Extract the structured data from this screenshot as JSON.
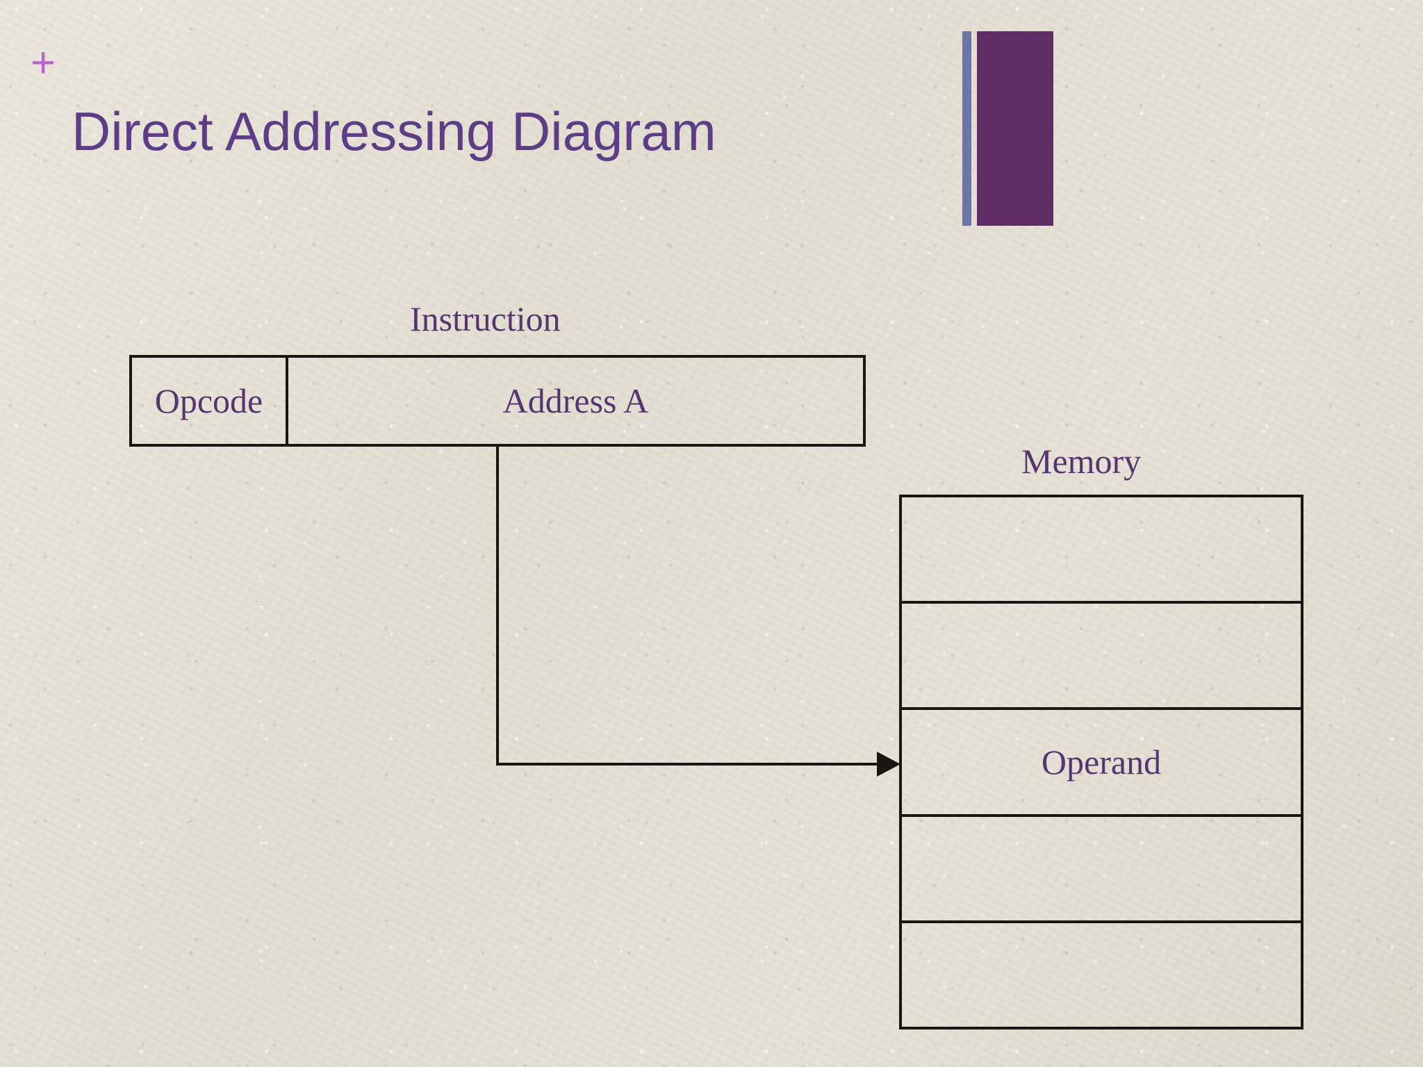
{
  "slide": {
    "title": "Direct Addressing Diagram",
    "plus_mark": "+",
    "title_color": "#5d3d85",
    "plus_color": "#b666c8",
    "background_color": "#e4dfd3",
    "line_color": "#1b1410",
    "label_color": "#55356e"
  },
  "decoration": {
    "thin_bar_color": "#6a76a8",
    "block_color": "#5f2d63"
  },
  "diagram": {
    "instruction": {
      "label": "Instruction",
      "fields": [
        {
          "name": "opcode",
          "label": "Opcode"
        },
        {
          "name": "address",
          "label": "Address A"
        }
      ]
    },
    "memory": {
      "label": "Memory",
      "cells": [
        {
          "index": 0,
          "label": ""
        },
        {
          "index": 1,
          "label": ""
        },
        {
          "index": 2,
          "label": "Operand"
        },
        {
          "index": 3,
          "label": ""
        },
        {
          "index": 4,
          "label": ""
        }
      ]
    },
    "connector": {
      "from": "Address A",
      "to": "Operand"
    }
  }
}
